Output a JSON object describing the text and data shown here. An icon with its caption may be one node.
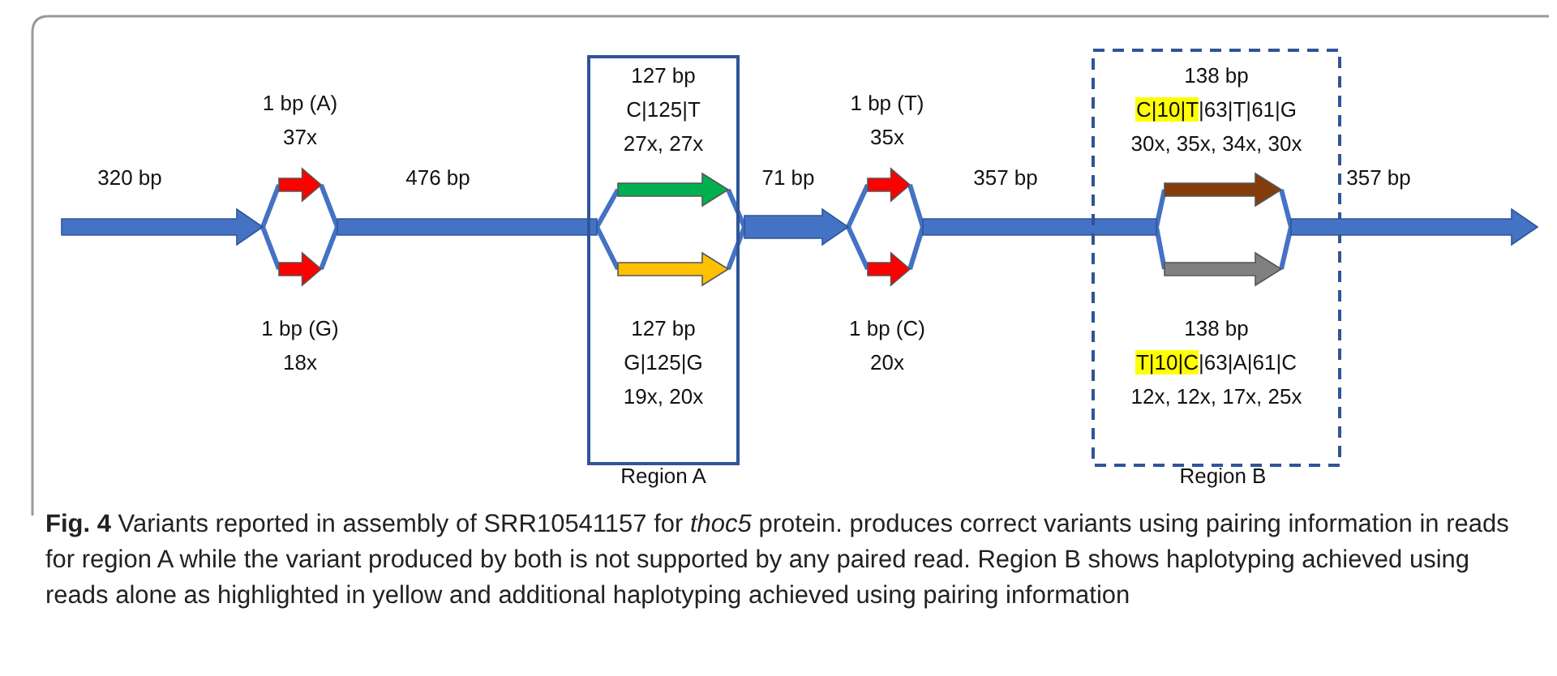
{
  "diagram": {
    "caption": "**Fig. 4** Variants reported in assembly of SRR10541157 for *thoc5* protein. produces correct variants using pairing information in reads for region A while the variant produced by both is not supported by any paired read. Region B shows haplotyping achieved using reads alone as highlighted in yellow and additional haplotyping achieved using pairing information",
    "nodes": [
      {
        "text": [
          "320 bp"
        ]
      },
      {
        "text": [
          "1 bp (A)",
          "37x"
        ]
      },
      {
        "text": [
          "1 bp (G)",
          "18x"
        ]
      },
      {
        "text": [
          "476 bp"
        ]
      },
      {
        "text": [
          "Region A"
        ]
      },
      {
        "text": [
          "127 bp",
          "C|125|T",
          "27x, 27x"
        ],
        "in": 4
      },
      {
        "text": [
          "127 bp",
          "G|125|G",
          "19x, 20x"
        ],
        "in": 4
      },
      {
        "text": [
          "71 bp"
        ]
      },
      {
        "text": [
          "1 bp (T)",
          "35x"
        ]
      },
      {
        "text": [
          "1 bp (C)",
          "20x"
        ]
      },
      {
        "text": [
          "357 bp"
        ]
      },
      {
        "text": [
          "Region B"
        ]
      },
      {
        "text": [
          "138 bp",
          "C|10|T",
          "|63|T|61|G",
          "30x, 35x, 34x, 30x"
        ],
        "in": 11
      },
      {
        "text": [
          "138 bp",
          "T|10|C",
          "|63|A|61|C",
          "12x, 12x, 17x, 25x"
        ],
        "in": 11
      },
      {
        "text": [
          "357 bp"
        ]
      }
    ],
    "edges": [
      {
        "from": 0,
        "to": 1,
        "arrow": "none"
      },
      {
        "from": 0,
        "to": 2,
        "arrow": "none"
      },
      {
        "from": 1,
        "to": 3,
        "arrow": "none"
      },
      {
        "from": 2,
        "to": 3,
        "arrow": "none"
      },
      {
        "from": 3,
        "to": 5,
        "arrow": "none"
      },
      {
        "from": 3,
        "to": 6,
        "arrow": "none"
      },
      {
        "from": 5,
        "to": 7,
        "arrow": "none"
      },
      {
        "from": 6,
        "to": 7,
        "arrow": "none"
      },
      {
        "from": 7,
        "to": 8,
        "arrow": "none"
      },
      {
        "from": 7,
        "to": 9,
        "arrow": "none"
      },
      {
        "from": 8,
        "to": 10,
        "arrow": "none"
      },
      {
        "from": 9,
        "to": 10,
        "arrow": "none"
      },
      {
        "from": 10,
        "to": 12,
        "arrow": "none"
      },
      {
        "from": 10,
        "to": 13,
        "arrow": "none"
      },
      {
        "from": 12,
        "to": 14,
        "arrow": "none"
      },
      {
        "from": 13,
        "to": 14,
        "arrow": "none"
      }
    ]
  }
}
